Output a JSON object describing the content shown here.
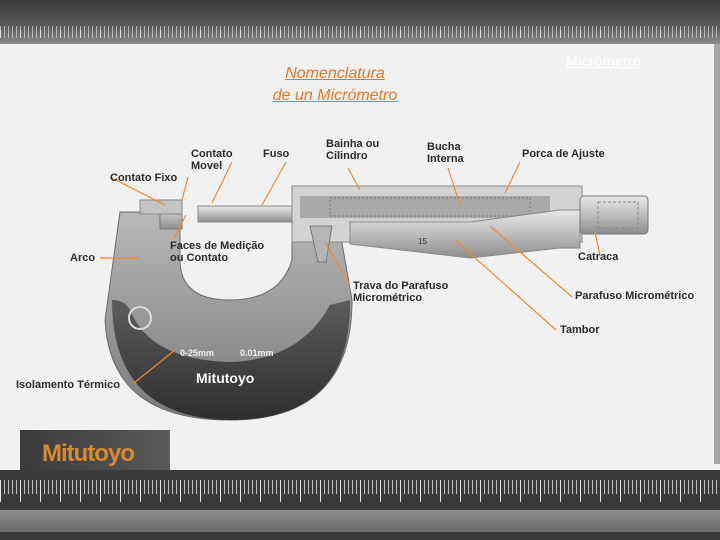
{
  "header": {
    "slide_title": "Micrómetro"
  },
  "diagram_title": {
    "line1": "Nomenclatura",
    "line2": "de un Micrómetro"
  },
  "labels": {
    "contato_movel": "Contato\nMovel",
    "fuso": "Fuso",
    "bainha": "Bainha ou\nCilindro",
    "bucha": "Bucha\nInterna",
    "porca": "Porca de Ajuste",
    "contato_fixo": "Contato Fixo",
    "arco": "Arco",
    "faces": "Faces de Medição\nou Contato",
    "catraca": "Catraca",
    "trava": "Trava do Parafuso\nMicrométrico",
    "parafuso": "Parafuso Micrométrico",
    "tambor": "Tambor",
    "isolamento": "Isolamento Térmico"
  },
  "instrument_markings": {
    "range": "0-25mm",
    "resolution": "0.01mm",
    "brand": "Mitutoyo",
    "thimble_number": "15"
  },
  "footer": {
    "brand_logo": "Mitutoyo"
  },
  "colors": {
    "title_orange": "#e87722",
    "leader_orange": "#f08a2a",
    "frame_dark": "#3b3b3b"
  }
}
